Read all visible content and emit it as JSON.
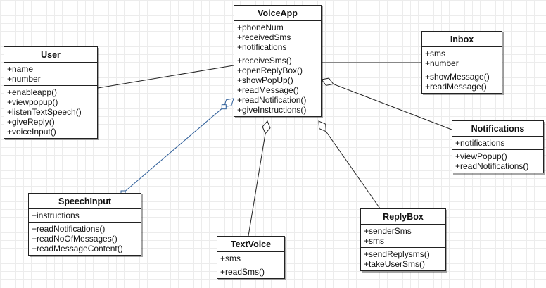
{
  "classes": [
    {
      "key": "voiceapp",
      "name": "VoiceApp",
      "attributes": [
        "+phoneNum",
        "+receivedSms",
        "+notifications"
      ],
      "methods": [
        "+receiveSms()",
        "+openReplyBox()",
        "+showPopUp()",
        "+readMessage()",
        "+readNotification()",
        "+giveInstructions()"
      ]
    },
    {
      "key": "user",
      "name": "User",
      "attributes": [
        "+name",
        "+number"
      ],
      "methods": [
        "+enableapp()",
        "+viewpopup()",
        "+listenTextSpeech()",
        "+giveReply()",
        "+voiceInput()"
      ]
    },
    {
      "key": "inbox",
      "name": "Inbox",
      "attributes": [
        "+sms",
        "+number"
      ],
      "methods": [
        "+showMessage()",
        "+readMessage()"
      ]
    },
    {
      "key": "notifications",
      "name": "Notifications",
      "attributes": [
        "+notifications"
      ],
      "methods": [
        "+viewPopup()",
        "+readNotifications()"
      ]
    },
    {
      "key": "speechinput",
      "name": "SpeechInput",
      "attributes": [
        "+instructions"
      ],
      "methods": [
        "+readNotifications()",
        "+readNoOfMessages()",
        "+readMessageContent()"
      ]
    },
    {
      "key": "textvoice",
      "name": "TextVoice",
      "attributes": [
        "+sms"
      ],
      "methods": [
        "+readSms()"
      ]
    },
    {
      "key": "replybox",
      "name": "ReplyBox",
      "attributes": [
        "+senderSms",
        "+sms"
      ],
      "methods": [
        "+sendReplysms()",
        "+takeUserSms()"
      ]
    }
  ],
  "relationships": [
    {
      "from": "user",
      "to": "voiceapp",
      "type": "association",
      "color": "#222222"
    },
    {
      "from": "voiceapp",
      "to": "inbox",
      "type": "association",
      "color": "#222222"
    },
    {
      "from": "voiceapp",
      "to": "notifications",
      "type": "aggregation",
      "diamond_at": "voiceapp",
      "color": "#222222"
    },
    {
      "from": "voiceapp",
      "to": "textvoice",
      "type": "aggregation",
      "diamond_at": "voiceapp",
      "color": "#222222"
    },
    {
      "from": "voiceapp",
      "to": "replybox",
      "type": "aggregation",
      "diamond_at": "voiceapp",
      "color": "#222222"
    },
    {
      "from": "voiceapp",
      "to": "speechinput",
      "type": "aggregation",
      "diamond_at": "voiceapp",
      "color": "#2f5f9a",
      "selected": true
    }
  ]
}
